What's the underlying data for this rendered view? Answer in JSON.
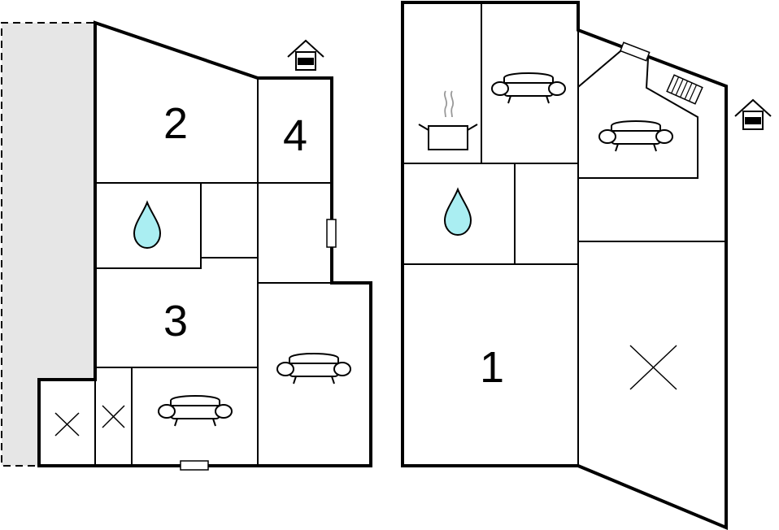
{
  "plan": {
    "rooms": [
      {
        "id": "room-1",
        "label": "1"
      },
      {
        "id": "room-2",
        "label": "2"
      },
      {
        "id": "room-3",
        "label": "3"
      },
      {
        "id": "room-4",
        "label": "4"
      }
    ],
    "icons": [
      "entrance-icon",
      "water-drop-icon",
      "sofa-icon",
      "cooking-pot-icon",
      "stairs-icon",
      "void-x-icon",
      "window-icon"
    ],
    "colors": {
      "wall": "#000000",
      "water": "#aaeef2",
      "shaded": "#e6e6e6",
      "background": "#ffffff"
    }
  }
}
